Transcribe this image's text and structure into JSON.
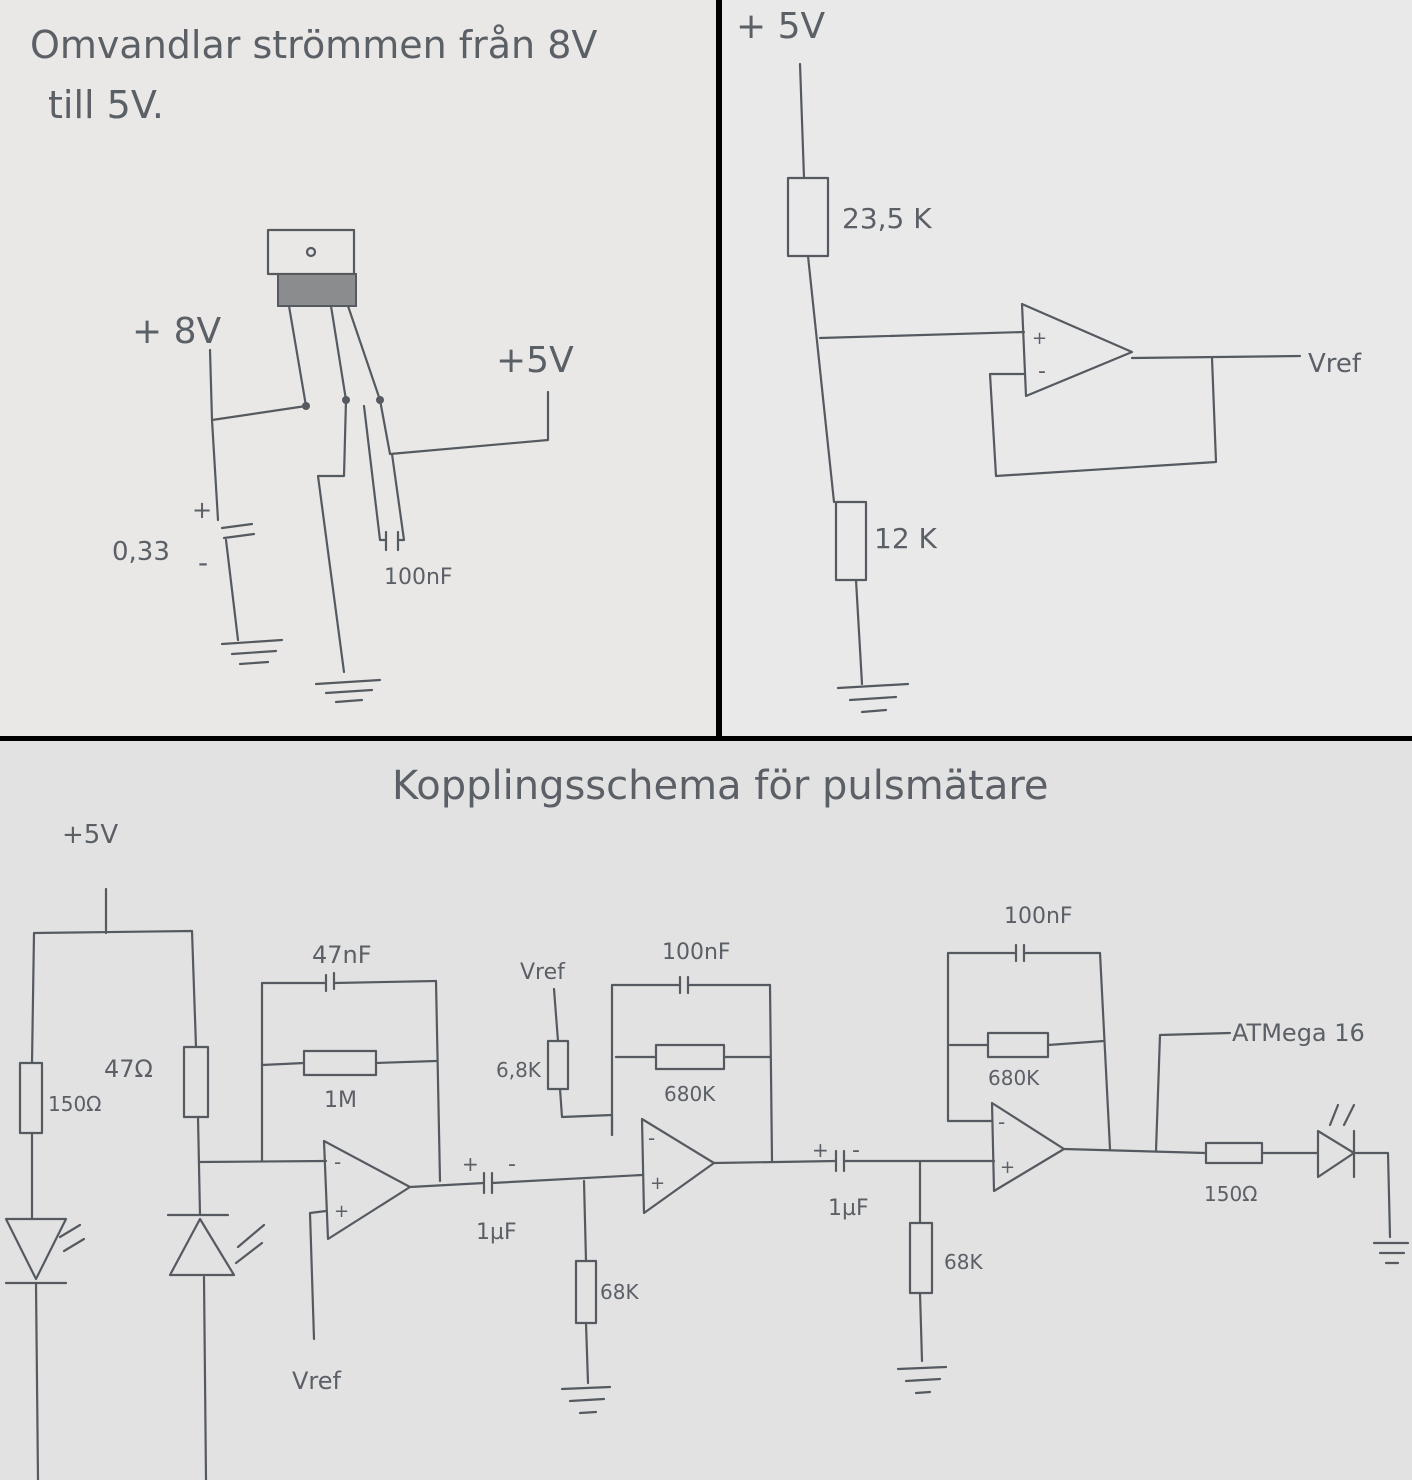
{
  "regulator_panel": {
    "title_line1": "Omvandlar strömmen från 8V",
    "title_line2": "till 5V.",
    "input_label": "+ 8V",
    "output_label": "+5V",
    "cap_input_label": "0,33",
    "cap_output_label": "100nF",
    "plus_mark": "+",
    "minus_mark": "-"
  },
  "vref_panel": {
    "supply_label": "+ 5V",
    "r_top_label": "23,5 K",
    "r_bottom_label": "12 K",
    "output_label": "Vref",
    "opamp_plus": "+",
    "opamp_minus": "-"
  },
  "main_panel": {
    "title": "Kopplingsschema för pulsmätare",
    "supply_label": "+5V",
    "r_led_label": "150Ω",
    "r_sensor_label": "47Ω",
    "cap_fb1_label": "47nF",
    "r_fb1_label": "1M",
    "vref_label_1": "Vref",
    "vref_label_2": "Vref",
    "cap_c1_label": "1µF",
    "r_bias1_label": "6,8K",
    "r_gnd1_label": "68K",
    "cap_fb2_label": "100nF",
    "r_fb2_label": "680K",
    "cap_c2_label": "1µF",
    "r_gnd2_label": "68K",
    "cap_fb3_label": "100nF",
    "r_fb3_label": "680K",
    "mcu_label": "ATMega 16",
    "r_out_label": "150Ω",
    "plus_mark": "+",
    "minus_mark": "-"
  }
}
